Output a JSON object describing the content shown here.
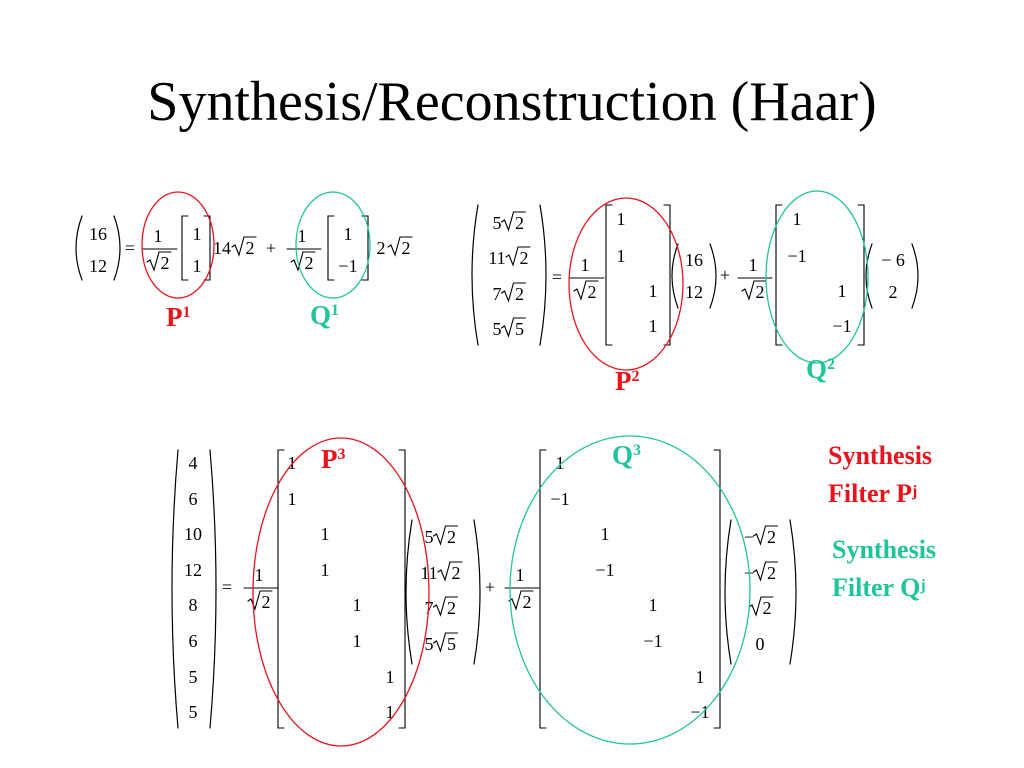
{
  "title": "Synthesis/Reconstruction (Haar)",
  "colors": {
    "P": "#e8141c",
    "Q": "#1fc49b",
    "text": "#000000"
  },
  "level1": {
    "c_out": [
      "16",
      "12"
    ],
    "factor_num": "1",
    "factor_den": "2",
    "P_col": [
      "1",
      "1"
    ],
    "coef_c": "14",
    "coef_c_root": "2",
    "Q_col": [
      "1",
      "−1"
    ],
    "coef_d": "2",
    "coef_d_root": "2",
    "eq": "=",
    "plus": "+"
  },
  "level2": {
    "c_out": [
      {
        "k": "5",
        "r": "2"
      },
      {
        "k": "11",
        "r": "2"
      },
      {
        "k": "7",
        "r": "2"
      },
      {
        "k": "5",
        "r": "5"
      }
    ],
    "P_entries": [
      "1",
      "1",
      "1",
      "1"
    ],
    "c_in": [
      "16",
      "12"
    ],
    "Q_entries": [
      "1",
      "−1",
      "1",
      "−1"
    ],
    "d_in": [
      "− 6",
      "2"
    ]
  },
  "level3": {
    "c_out": [
      "4",
      "6",
      "10",
      "12",
      "8",
      "6",
      "5",
      "5"
    ],
    "P_entries": [
      "1",
      "1",
      "1",
      "1",
      "1",
      "1",
      "1",
      "1"
    ],
    "c_in": [
      {
        "k": "5",
        "r": "2"
      },
      {
        "k": "11",
        "r": "2"
      },
      {
        "k": "7",
        "r": "2"
      },
      {
        "k": "5",
        "r": "5"
      }
    ],
    "Q_entries": [
      "1",
      "−1",
      "1",
      "−1",
      "1",
      "−1",
      "1",
      "−1"
    ],
    "d_in": [
      {
        "k": "−",
        "r": "2"
      },
      {
        "k": "−",
        "r": "2"
      },
      {
        "k": "",
        "r": "2"
      },
      {
        "k": "0",
        "r": ""
      }
    ]
  },
  "labels": {
    "P1": {
      "base": "P",
      "sup": "1"
    },
    "Q1": {
      "base": "Q",
      "sup": "1"
    },
    "P2": {
      "base": "P",
      "sup": "2"
    },
    "Q2": {
      "base": "Q",
      "sup": "2"
    },
    "P3": {
      "base": "P",
      "sup": "3"
    },
    "Q3": {
      "base": "Q",
      "sup": "3"
    }
  },
  "notes": {
    "synthesis_p_line1": "Synthesis",
    "synthesis_p_line2": "Filter P",
    "synthesis_p_sup": "j",
    "synthesis_q_line1": "Synthesis",
    "synthesis_q_line2": "Filter Q",
    "synthesis_q_sup": "j"
  }
}
